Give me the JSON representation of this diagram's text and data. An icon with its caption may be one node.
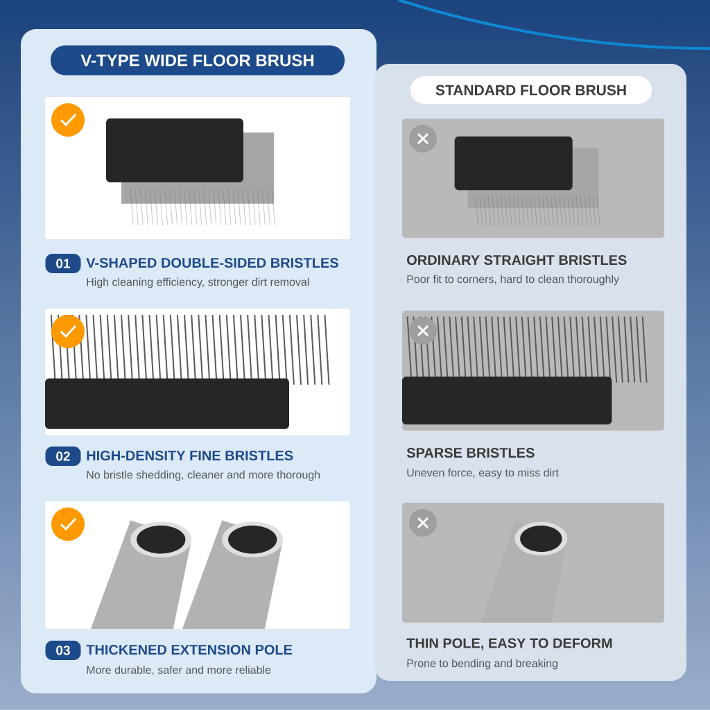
{
  "diagram": {
    "nodes": [
      {
        "text": [
          "V-TYPE WIDE FLOOR BRUSH"
        ]
      },
      {
        "text": [
          "STANDARD FLOOR BRUSH"
        ]
      },
      {
        "text": [
          "01"
        ],
        "beside": [
          "V-SHAPED DOUBLE-SIDED BRISTLES"
        ]
      },
      {
        "text": [
          "02"
        ],
        "beside": [
          "HIGH-DENSITY FINE BRISTLES"
        ]
      },
      {
        "text": [
          "03"
        ],
        "beside": [
          "THICKENED EXTENSION POLE"
        ]
      }
    ],
    "edges": [],
    "labels": [
      "High cleaning efficiency, stronger dirt removal",
      "No bristle shedding, cleaner and more thorough",
      "More durable, safer and more reliable",
      "ORDINARY STRAIGHT BRISTLES",
      "Poor fit to corners, hard to clean thoroughly",
      "SPARSE BRISTLES",
      "Uneven force, easy to miss dirt",
      "THIN POLE, EASY TO DEFORM",
      "Prone to bending and breaking"
    ]
  }
}
